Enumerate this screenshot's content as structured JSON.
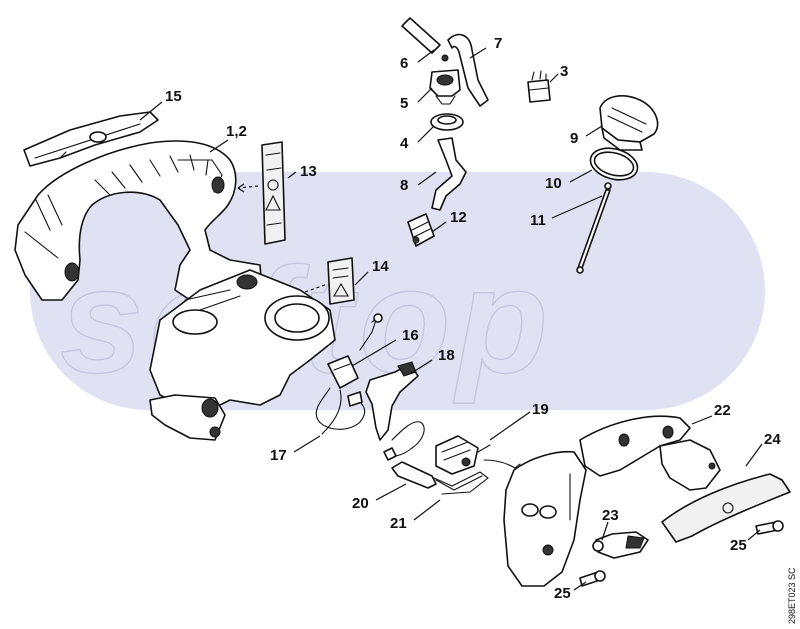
{
  "callouts": {
    "c1_2": "1,2",
    "c3": "3",
    "c4": "4",
    "c5": "5",
    "c6": "6",
    "c7": "7",
    "c8": "8",
    "c9": "9",
    "c10": "10",
    "c11": "11",
    "c12": "12",
    "c13": "13",
    "c14": "14",
    "c15": "15",
    "c16": "16",
    "c17": "17",
    "c18": "18",
    "c19": "19",
    "c20": "20",
    "c21": "21",
    "c22": "22",
    "c23": "23",
    "c24": "24",
    "c25a": "25",
    "c25b": "25"
  },
  "watermark": "softop",
  "reference_code": "298ET023 SC",
  "colors": {
    "watermark_band": "#dcdcf2",
    "line": "#111111"
  }
}
